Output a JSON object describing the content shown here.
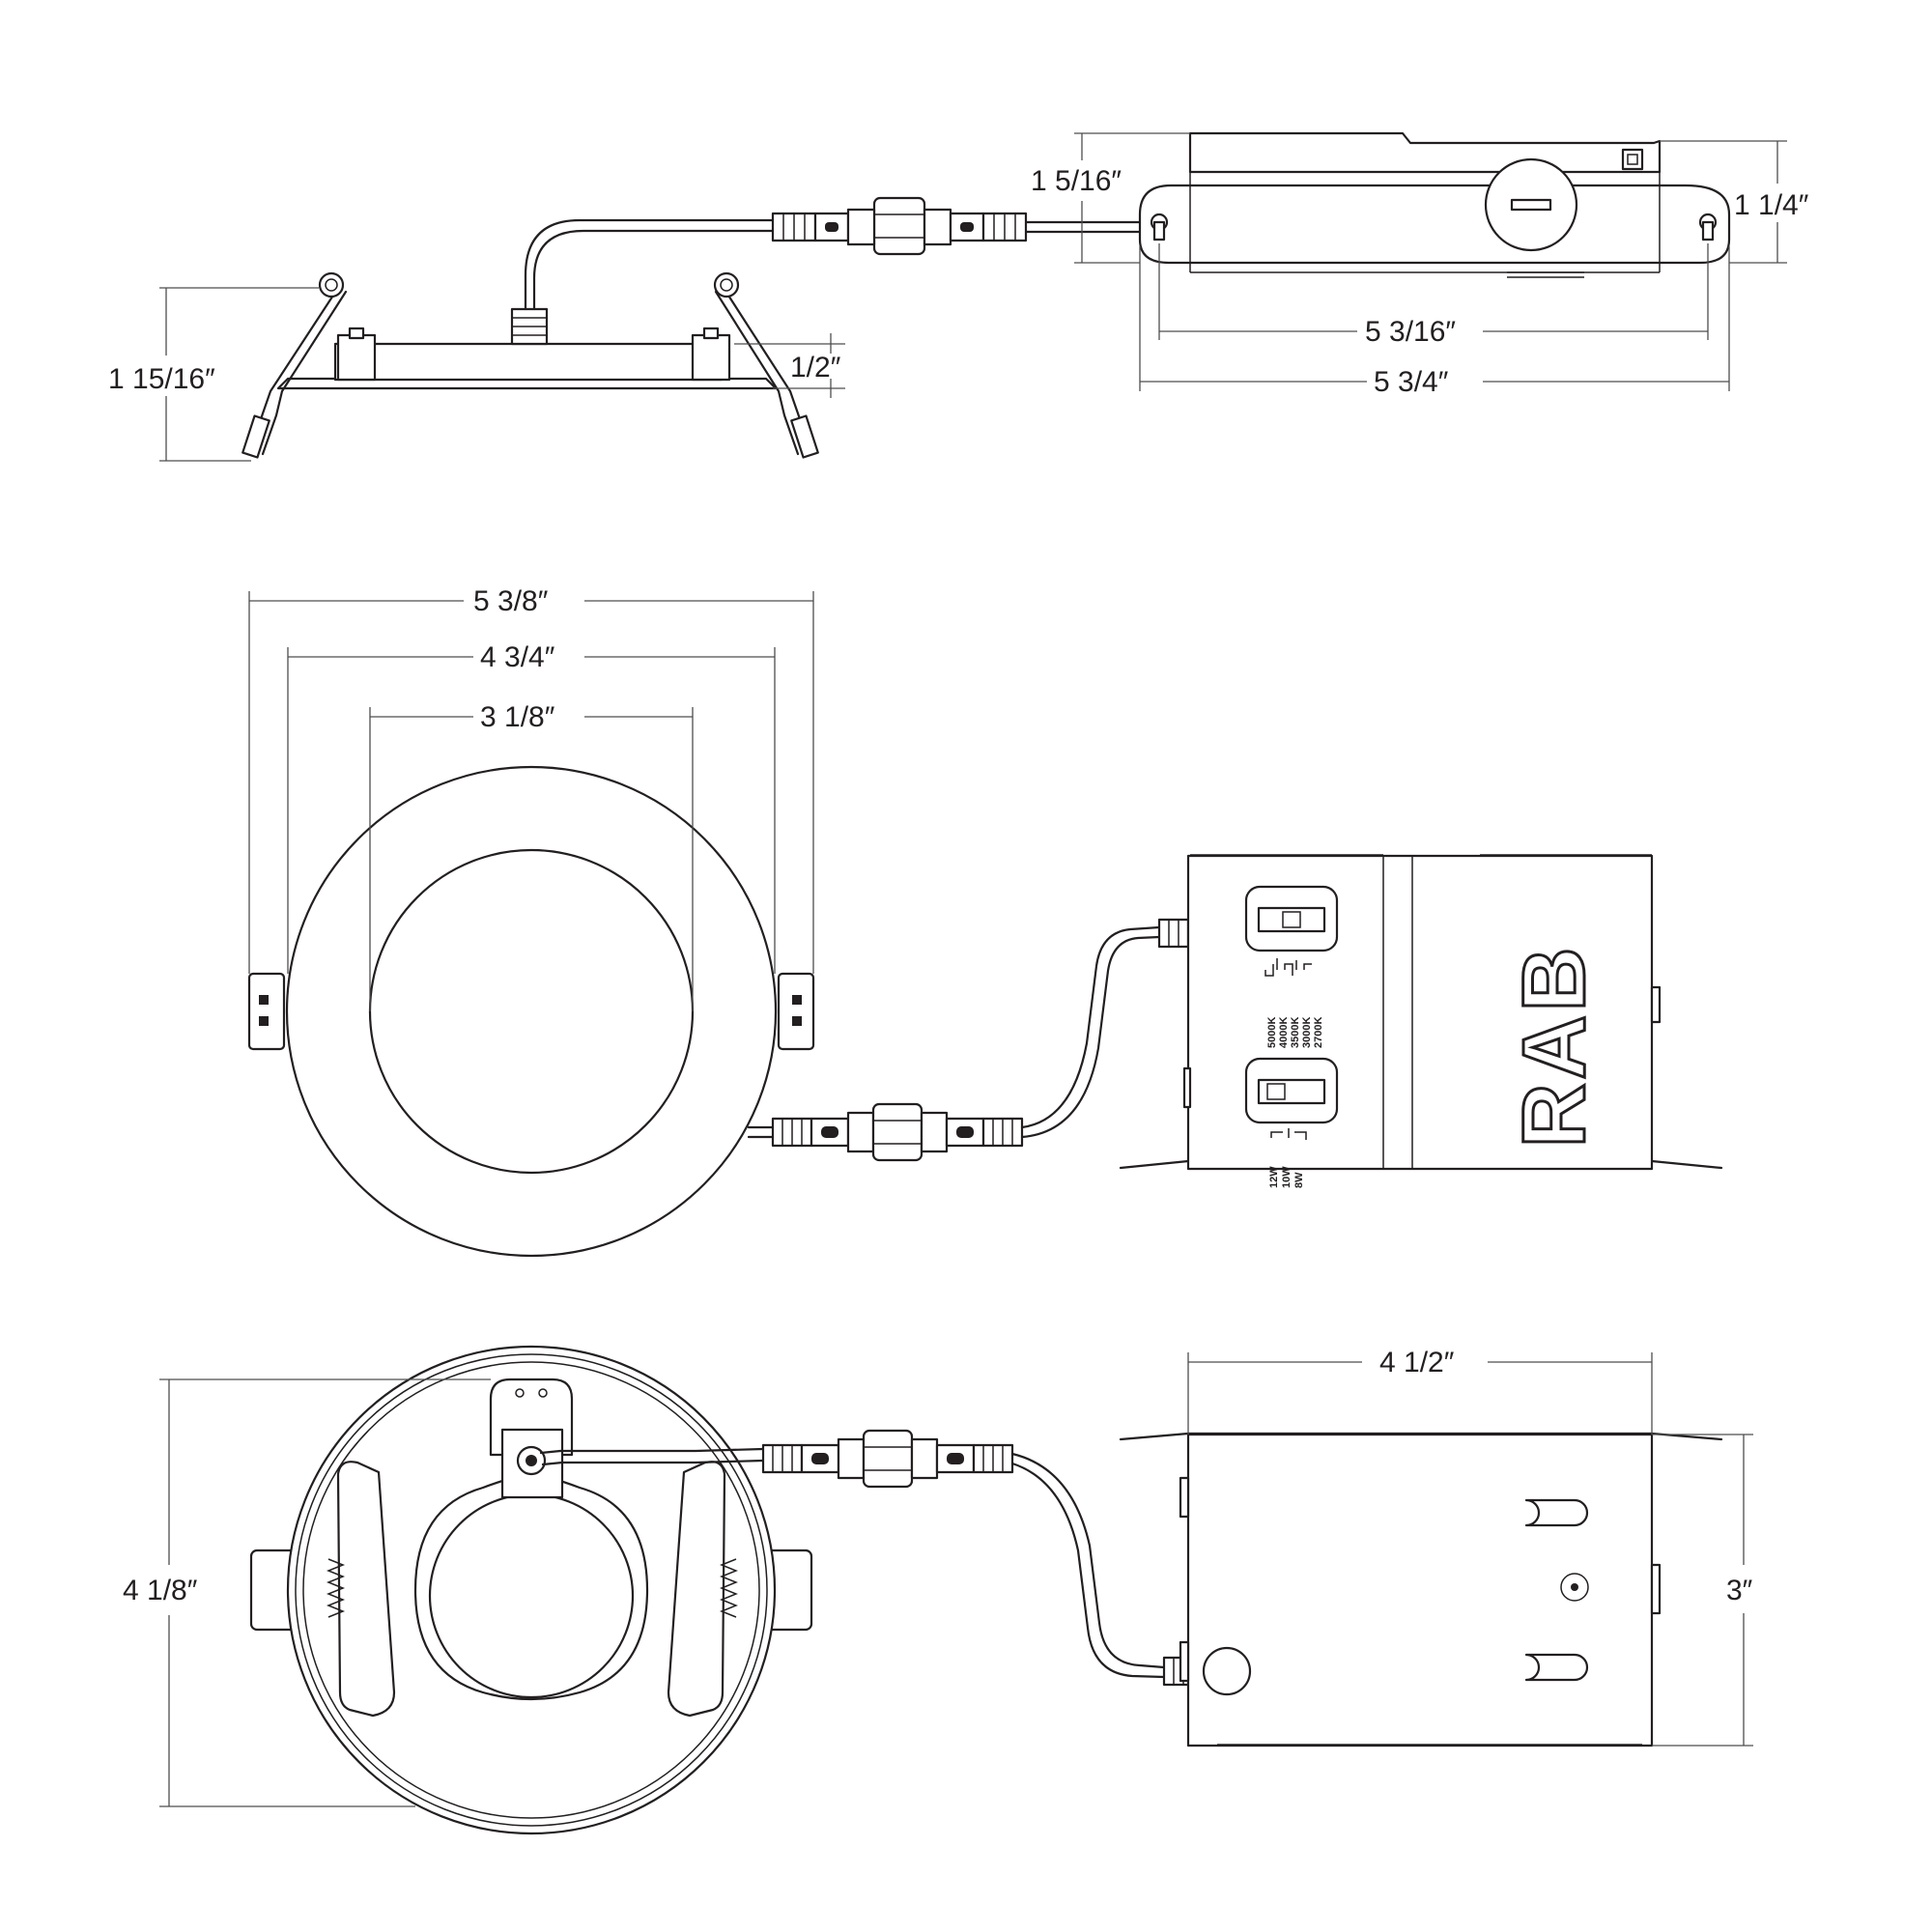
{
  "dimensions": {
    "top_left_height": "1 15/16″",
    "top_left_flange": "1/2″",
    "top_right_height": "1 5/16″",
    "top_right_side": "1 1/4″",
    "top_right_mount": "5 3/16″",
    "top_right_length": "5 3/4″",
    "mid_outer": "5 3/8″",
    "mid_clip": "4 3/4″",
    "mid_aperture": "3 1/8″",
    "bottom_left_height": "4 1/8″",
    "bottom_right_width": "4 1/2″",
    "bottom_right_height": "3″"
  },
  "junction_box": {
    "brand": "RAB",
    "cct_labels": [
      "5000K",
      "4000K",
      "3500K",
      "3000K",
      "2700K"
    ],
    "watt_labels": [
      "12W",
      "10W",
      "8W"
    ]
  }
}
